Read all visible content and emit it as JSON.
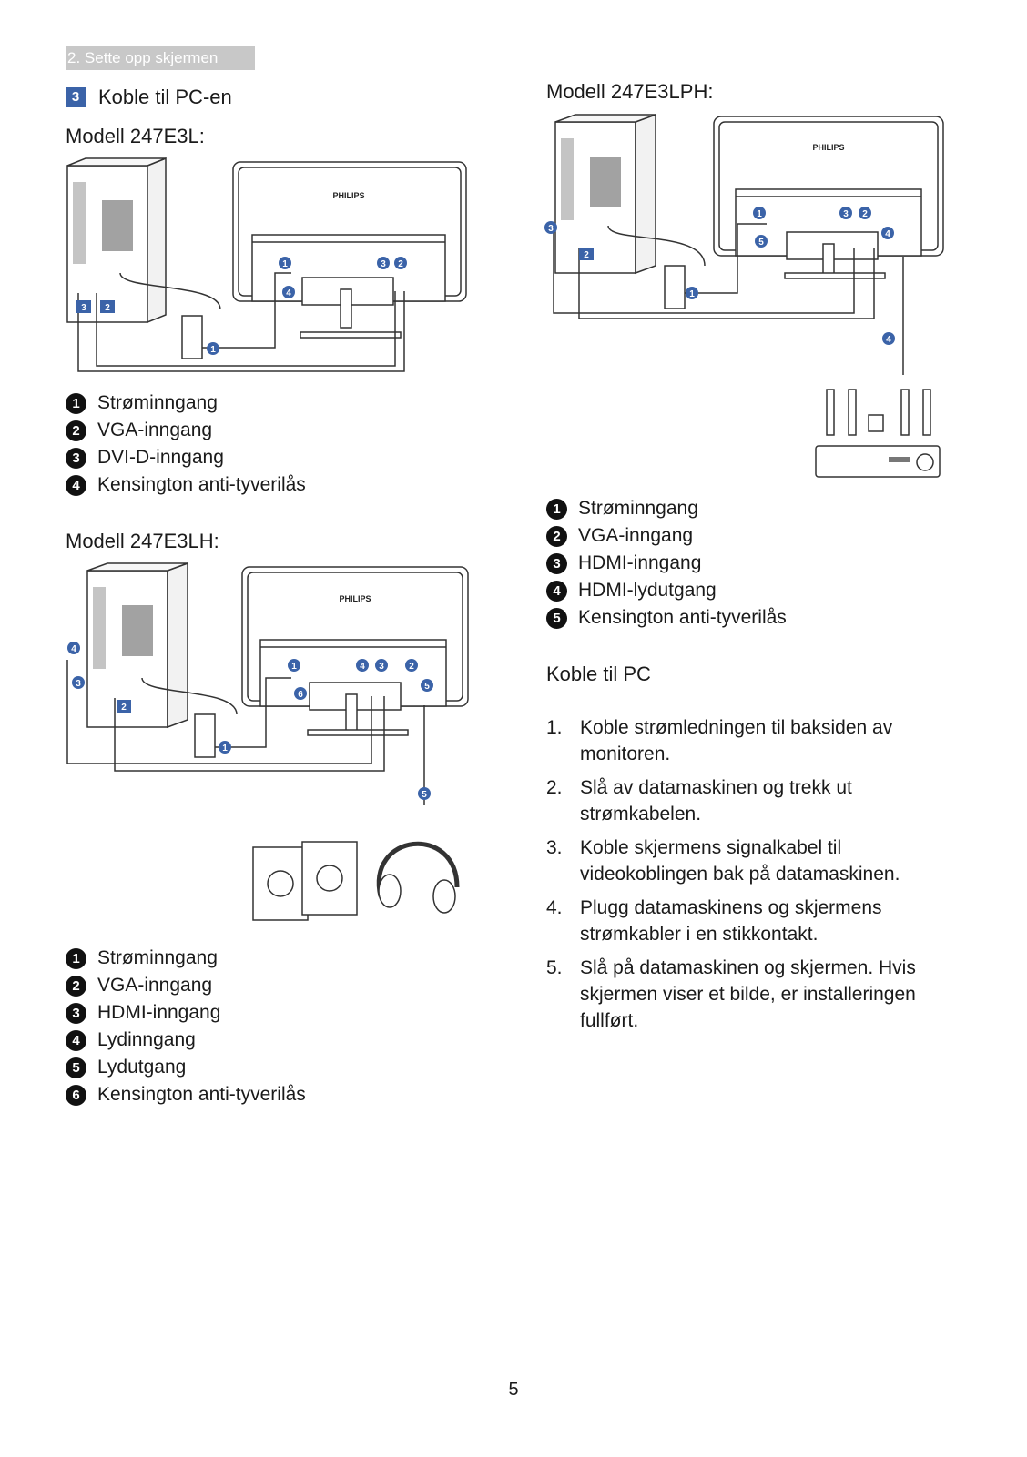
{
  "section_tab": "2. Sette opp skjermen",
  "step": {
    "number": "3",
    "title": "Koble til PC-en"
  },
  "models": [
    {
      "heading": "Modell 247E3L:",
      "legend": [
        {
          "badge": "1",
          "label": "Strøminngang"
        },
        {
          "badge": "2",
          "label": "VGA-inngang"
        },
        {
          "badge": "3",
          "label": "DVI-D-inngang"
        },
        {
          "badge": "4",
          "label": "Kensington anti-tyverilås"
        }
      ]
    },
    {
      "heading": "Modell 247E3LH:",
      "legend": [
        {
          "badge": "1",
          "label": "Strøminngang"
        },
        {
          "badge": "2",
          "label": "VGA-inngang"
        },
        {
          "badge": "3",
          "label": "HDMI-inngang"
        },
        {
          "badge": "4",
          "label": "Lydinngang"
        },
        {
          "badge": "5",
          "label": "Lydutgang"
        },
        {
          "badge": "6",
          "label": "Kensington anti-tyverilås"
        }
      ]
    },
    {
      "heading": "Modell 247E3LPH:",
      "legend": [
        {
          "badge": "1",
          "label": "Strøminngang"
        },
        {
          "badge": "2",
          "label": "VGA-inngang"
        },
        {
          "badge": "3",
          "label": "HDMI-inngang"
        },
        {
          "badge": "4",
          "label": "HDMI-lydutgang"
        },
        {
          "badge": "5",
          "label": "Kensington anti-tyverilås"
        }
      ]
    }
  ],
  "diagram_brand": "PHILIPS",
  "connect": {
    "heading": "Koble til PC",
    "steps": [
      {
        "num": "1.",
        "text": "Koble strømledningen til baksiden av monitoren."
      },
      {
        "num": "2.",
        "text": "Slå av datamaskinen og trekk ut strømkabelen."
      },
      {
        "num": "3.",
        "text": "Koble skjermens signalkabel til videokoblingen bak på datamaskinen."
      },
      {
        "num": "4.",
        "text": "Plugg datamaskinens og skjermens strømkabler i en stikkontakt."
      },
      {
        "num": "5.",
        "text": "Slå på datamaskinen og skjermen. Hvis skjermen viser et bilde, er installeringen fullført."
      }
    ]
  },
  "page_number": "5"
}
